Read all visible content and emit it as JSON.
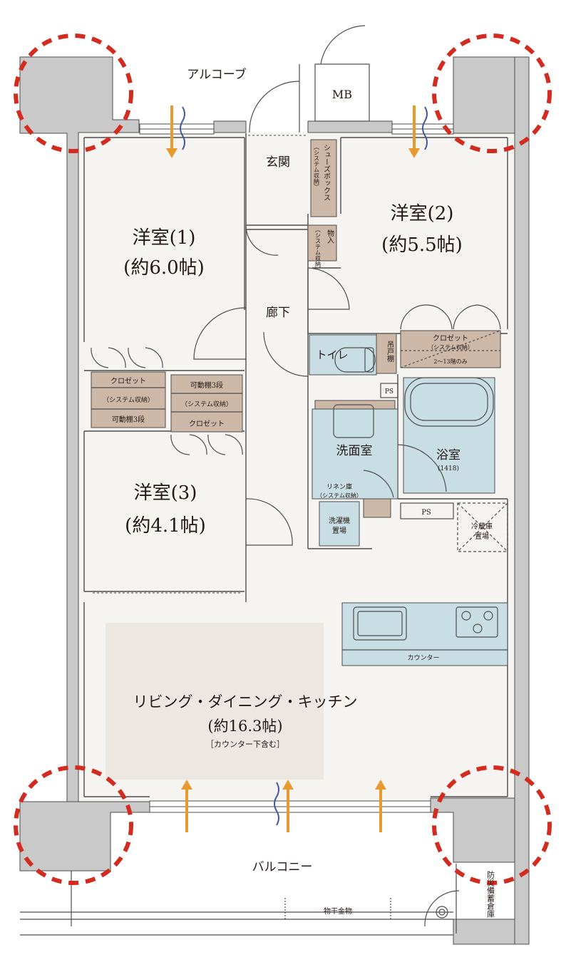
{
  "labels": {
    "alcove": "アルコーブ",
    "mb": "MB",
    "entrance": "玄関",
    "shoebox_title": "シューズボックス",
    "shoebox_sub": "（システム収納）",
    "storage_title": "物入",
    "storage_sub": "（システム収納）",
    "hall": "廊下",
    "room1_name": "洋室(1)",
    "room1_size": "(約6.0帖)",
    "room2_name": "洋室(2)",
    "room2_size": "(約5.5帖)",
    "room3_name": "洋室(3)",
    "room3_size": "(約4.1帖)",
    "closet": "クロゼット",
    "system_storage": "（システム収納）",
    "movable_shelf": "可動棚3段",
    "floor_note": "2～13階のみ",
    "toilet": "トイレ",
    "upper_cabinet": "吊戸棚",
    "ps": "PS",
    "washroom": "洗面室",
    "bathroom": "浴室",
    "bath_size": "(1418)",
    "linen_title": "リネン庫",
    "linen_sub": "（システム収納）",
    "washer_1": "洗濯機",
    "washer_2": "置場",
    "fridge_1": "冷蔵庫",
    "fridge_2": "置場",
    "counter": "カウンター",
    "ldk_name": "リビング・ダイニング・キッチン",
    "ldk_size": "(約16.3帖)",
    "ldk_note": "［カウンター下含む］",
    "balcony": "バルコニー",
    "laundry_pole": "物干金物",
    "disaster_storage": "防災備蓄倉庫"
  },
  "colors": {
    "wall": "#c9c9c9",
    "wall_edge": "#4d4d4d",
    "floor": "#f6f4f1",
    "water": "#c9dde4",
    "storage": "#cdb8a8",
    "ldk_rug": "#ede7e1",
    "arrow": "#e79a2f",
    "wind": "#3d5a9c",
    "marker": "#d22b1f"
  }
}
